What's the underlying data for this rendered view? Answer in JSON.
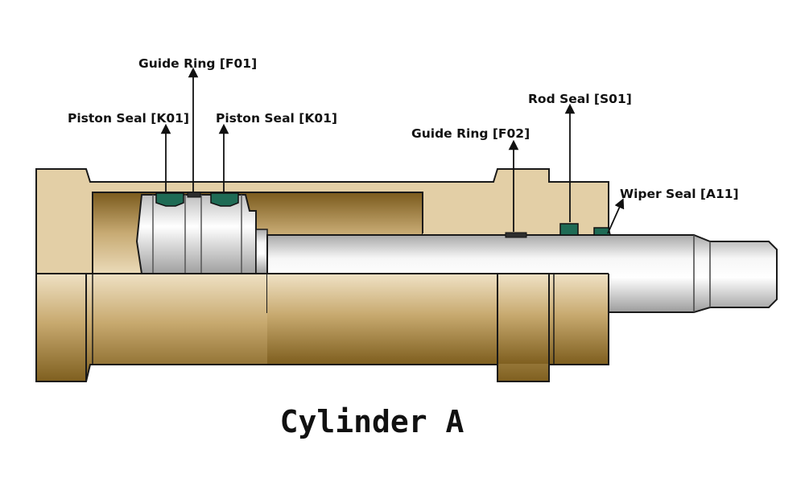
{
  "title": "Cylinder A",
  "labels": {
    "guide_ring_f01": "Guide Ring [F01]",
    "piston_seal_left": "Piston Seal [K01]",
    "piston_seal_right": "Piston Seal [K01]",
    "guide_ring_f02": "Guide Ring [F02]",
    "rod_seal_s01": "Rod Seal [S01]",
    "wiper_seal_a11": "Wiper Seal [A11]"
  },
  "colors": {
    "body_light": "#e3cfa6",
    "body_dark": "#8a6a25",
    "seal_green": "#1f6b55",
    "outline": "#1a1a1a"
  }
}
